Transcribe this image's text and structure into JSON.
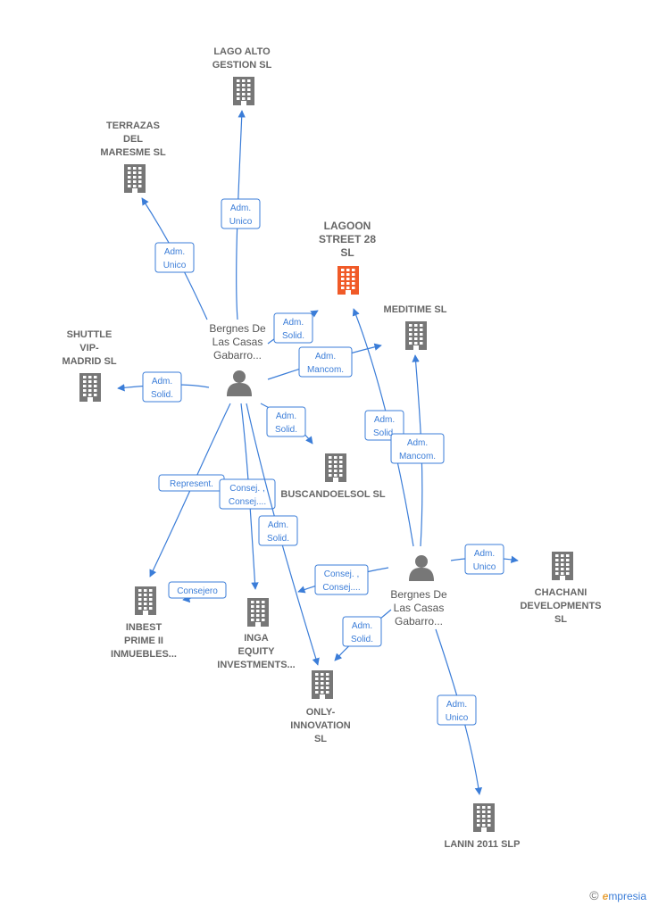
{
  "colors": {
    "company": "#777777",
    "focus": "#f05a28",
    "person": "#777777",
    "edge": "#3b7dd8"
  },
  "companies": [
    {
      "id": "lago",
      "lines": [
        "LAGO ALTO",
        "GESTION  SL"
      ],
      "icon": "building-icon"
    },
    {
      "id": "terrazas",
      "lines": [
        "TERRAZAS",
        "DEL",
        "MARESME  SL"
      ],
      "icon": "building-icon"
    },
    {
      "id": "lagoon",
      "lines": [
        "LAGOON",
        "STREET 28",
        "SL"
      ],
      "icon": "building-icon",
      "focus": true
    },
    {
      "id": "meditime",
      "lines": [
        "MEDITIME SL"
      ],
      "icon": "building-icon"
    },
    {
      "id": "shuttle",
      "lines": [
        "SHUTTLE",
        "VIP-",
        "MADRID SL"
      ],
      "icon": "building-icon"
    },
    {
      "id": "buscando",
      "lines": [
        "BUSCANDOELSOL SL"
      ],
      "icon": "building-icon"
    },
    {
      "id": "chachani",
      "lines": [
        "CHACHANI",
        "DEVELOPMENTS",
        "SL"
      ],
      "icon": "building-icon"
    },
    {
      "id": "inbest",
      "lines": [
        "INBEST",
        "PRIME II",
        "INMUEBLES..."
      ],
      "icon": "building-icon"
    },
    {
      "id": "inga",
      "lines": [
        "INGA",
        "EQUITY",
        "INVESTMENTS..."
      ],
      "icon": "building-icon"
    },
    {
      "id": "only",
      "lines": [
        "ONLY-",
        "INNOVATION",
        "SL"
      ],
      "icon": "building-icon"
    },
    {
      "id": "lanin",
      "lines": [
        "LANIN 2011  SLP"
      ],
      "icon": "building-icon"
    }
  ],
  "people": [
    {
      "id": "p1",
      "lines": [
        "Bergnes De",
        "Las Casas",
        "Gabarro..."
      ],
      "icon": "person-icon"
    },
    {
      "id": "p2",
      "lines": [
        "Bergnes De",
        "Las Casas",
        "Gabarro..."
      ],
      "icon": "person-icon"
    }
  ],
  "edges": [
    {
      "from": "p1",
      "to": "lago",
      "label": [
        "Adm.",
        "Unico"
      ]
    },
    {
      "from": "p1",
      "to": "terrazas",
      "label": [
        "Adm.",
        "Unico"
      ]
    },
    {
      "from": "p1",
      "to": "lagoon",
      "label": [
        "Adm.",
        "Solid."
      ]
    },
    {
      "from": "p1",
      "to": "meditime",
      "label": [
        "Adm.",
        "Mancom."
      ]
    },
    {
      "from": "p1",
      "to": "shuttle",
      "label": [
        "Adm.",
        "Solid."
      ]
    },
    {
      "from": "p1",
      "to": "buscando",
      "label": [
        "Adm.",
        "Solid."
      ]
    },
    {
      "from": "p1",
      "to": "inbest",
      "label": [
        "Represent."
      ]
    },
    {
      "from": "p1",
      "to": "inga",
      "label": [
        "Consej. ,",
        "Consej...."
      ]
    },
    {
      "from": "p1",
      "to": "only",
      "label": [
        "Adm.",
        "Solid."
      ]
    },
    {
      "from": "p2",
      "to": "lagoon",
      "label": [
        "Adm.",
        "Solid."
      ]
    },
    {
      "from": "p2",
      "to": "meditime",
      "label": [
        "Adm.",
        "Mancom."
      ]
    },
    {
      "from": "p2",
      "to": "chachani",
      "label": [
        "Adm.",
        "Unico"
      ]
    },
    {
      "from": "p2",
      "to": "inga",
      "label": [
        "Consej. ,",
        "Consej...."
      ]
    },
    {
      "from": "p2",
      "to": "only",
      "label": [
        "Adm.",
        "Solid."
      ]
    },
    {
      "from": "p2",
      "to": "lanin",
      "label": [
        "Adm.",
        "Unico"
      ]
    },
    {
      "from": "inbest",
      "to": "inbest",
      "label": [
        "Consejero"
      ]
    }
  ],
  "brand": {
    "copyright": "©",
    "initial": "e",
    "name": "mpresia"
  }
}
